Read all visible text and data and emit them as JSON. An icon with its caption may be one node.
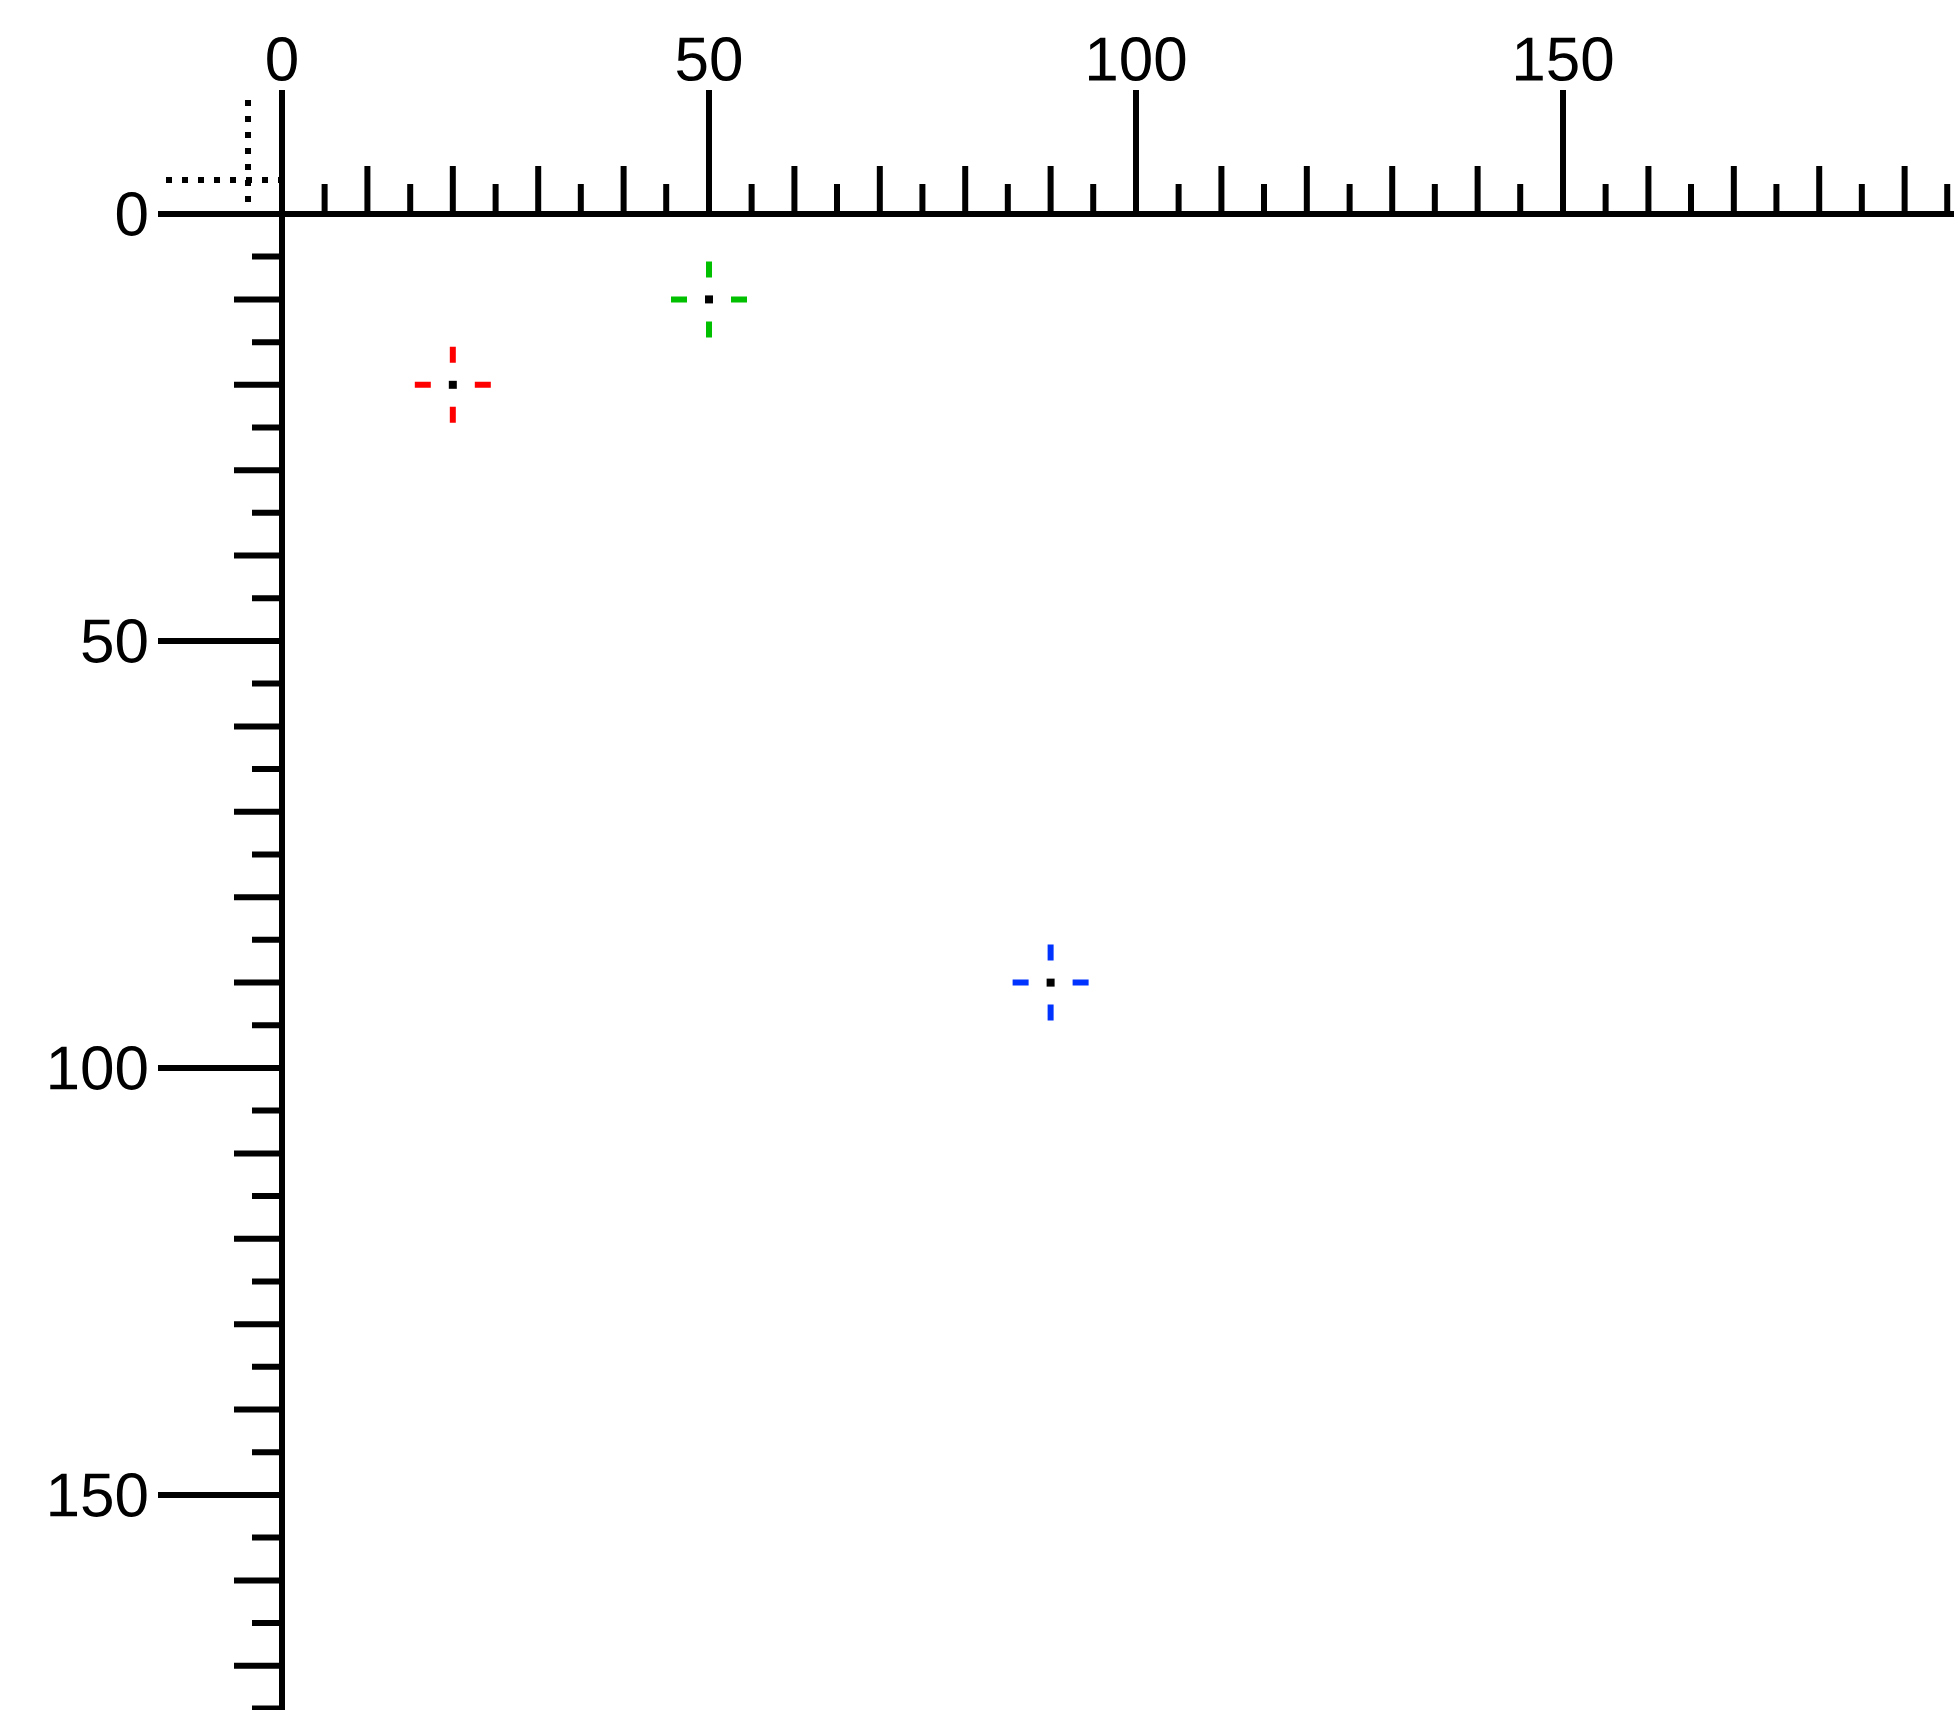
{
  "diagram": {
    "labels": [
      "0",
      "50",
      "100",
      "150",
      "0",
      "50",
      "100",
      "150"
    ]
  }
}
